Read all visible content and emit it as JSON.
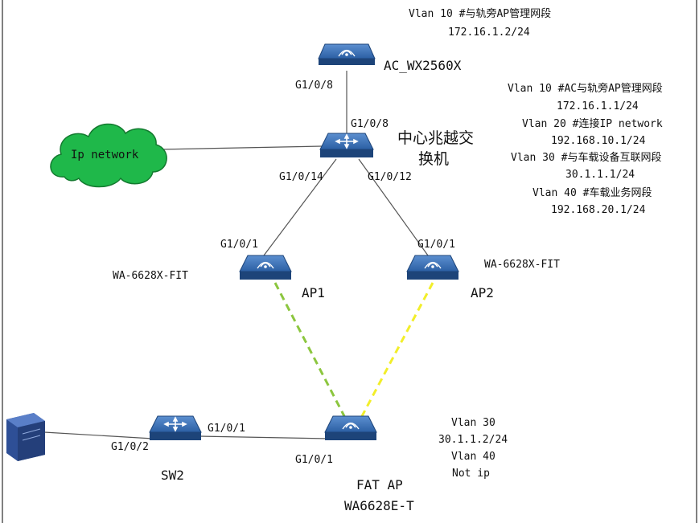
{
  "devices": {
    "ac": {
      "name": "AC_WX2560X",
      "port": "G1/0/8",
      "vlan_line": "Vlan 10 #与轨旁AP管理网段",
      "ip": "172.16.1.2/24"
    },
    "core": {
      "name_line1": "中心兆越交",
      "name_line2": "换机",
      "port_up": "G1/0/8",
      "port_left": "G1/0/14",
      "port_right": "G1/0/12",
      "vlans": [
        {
          "label": "Vlan 10 #AC与轨旁AP管理网段",
          "ip": "172.16.1.1/24"
        },
        {
          "label": "Vlan 20 #连接IP network",
          "ip": "192.168.10.1/24"
        },
        {
          "label": "Vlan 30 #与车载设备互联网段",
          "ip": "30.1.1.1/24"
        },
        {
          "label": "Vlan 40 #车载业务网段",
          "ip": "192.168.20.1/24"
        }
      ]
    },
    "cloud": {
      "label": "Ip network"
    },
    "ap1": {
      "name": "AP1",
      "model": "WA-6628X-FIT",
      "port": "G1/0/1"
    },
    "ap2": {
      "name": "AP2",
      "model": "WA-6628X-FIT",
      "port": "G1/0/1"
    },
    "fat_ap": {
      "name": "FAT AP",
      "model": "WA6628E-T",
      "port": "G1/0/1",
      "info": [
        "Vlan 30",
        "30.1.1.2/24",
        "Vlan 40",
        "Not ip"
      ]
    },
    "sw2": {
      "name": "SW2",
      "port_left": "G1/0/2",
      "port_right": "G1/0/1"
    }
  },
  "colors": {
    "device_blue": "#2b5fa3",
    "device_blue_dark": "#1d4479",
    "cloud_green": "#1fb84a",
    "cloud_outline": "#137a2f",
    "wireless_green": "#8cc63f",
    "wireless_yellow": "#f2ee2a",
    "server_blue": "#3a5fa8",
    "link_gray": "#555555"
  }
}
